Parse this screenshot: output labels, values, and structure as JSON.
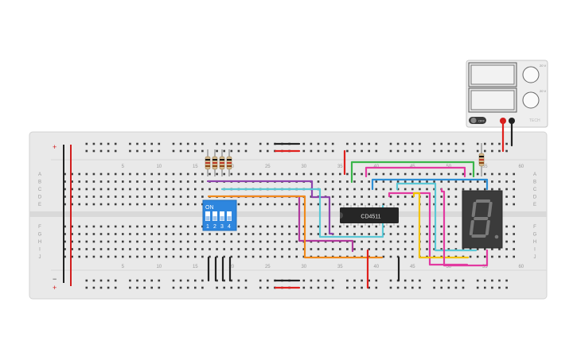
{
  "breadboard": {
    "column_labels": [
      "5",
      "10",
      "15",
      "20",
      "25",
      "30",
      "35",
      "40",
      "45",
      "50",
      "55",
      "60"
    ],
    "row_labels_top": [
      "A",
      "B",
      "C",
      "D",
      "E"
    ],
    "row_labels_bottom": [
      "F",
      "G",
      "H",
      "I",
      "J"
    ],
    "rail_plus": "+",
    "rail_minus": "−"
  },
  "power_supply": {
    "switch_label": "OFF",
    "knob_labels": [
      "20 V",
      "20 V"
    ],
    "brand": "TECH"
  },
  "dip_switch": {
    "label": "ON",
    "positions": [
      "1",
      "2",
      "3",
      "4"
    ]
  },
  "chip": {
    "label": "CD4511"
  },
  "display": {
    "digit": "8"
  },
  "colors": {
    "wire_purple": "#8e44ad",
    "wire_cyan": "#5bc8d6",
    "wire_magenta": "#e23aa0",
    "wire_green": "#3ab54a",
    "wire_blue": "#2e8fd6",
    "wire_yellow": "#f2c200",
    "wire_orange": "#f08a1c",
    "wire_red": "#e0201c",
    "wire_black": "#222222"
  }
}
